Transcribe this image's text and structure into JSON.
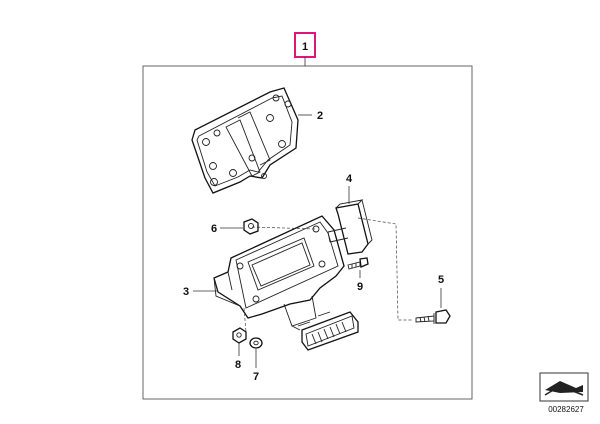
{
  "diagram": {
    "callouts": {
      "c1": "1",
      "c2": "2",
      "c3": "3",
      "c4": "4",
      "c5": "5",
      "c6": "6",
      "c7": "7",
      "c8": "8",
      "c9": "9"
    },
    "part_number": "00282627",
    "colors": {
      "highlight": "#e0157a",
      "line": "#222222"
    },
    "icons": {
      "navigation": "view-direction-icon"
    }
  }
}
